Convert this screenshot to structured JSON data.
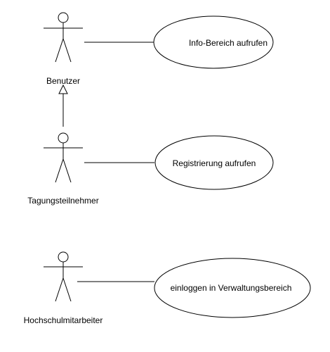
{
  "actors": [
    {
      "id": "benutzer",
      "label": "Benutzer"
    },
    {
      "id": "tagungsteilnehmer",
      "label": "Tagungsteilnehmer"
    },
    {
      "id": "hochschulmitarbeiter",
      "label": "Hochschulmitarbeiter"
    }
  ],
  "use_cases": [
    {
      "id": "info",
      "label": "Info-Bereich aufrufen"
    },
    {
      "id": "registrierung",
      "label": "Registrierung aufrufen"
    },
    {
      "id": "einloggen",
      "label": "einloggen in Verwaltungsbereich"
    }
  ],
  "associations": [
    {
      "actor": "benutzer",
      "use_case": "info"
    },
    {
      "actor": "tagungsteilnehmer",
      "use_case": "registrierung"
    },
    {
      "actor": "hochschulmitarbeiter",
      "use_case": "einloggen"
    }
  ],
  "generalizations": [
    {
      "child": "tagungsteilnehmer",
      "parent": "benutzer"
    }
  ]
}
